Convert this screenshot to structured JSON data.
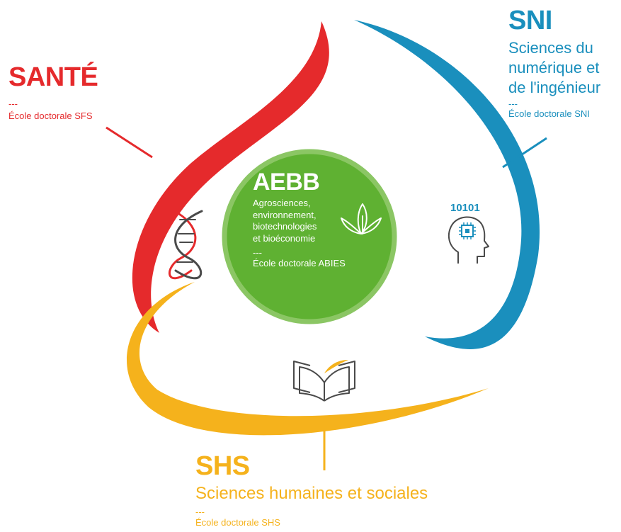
{
  "colors": {
    "sante": "#e52a2c",
    "sni": "#1a8fbd",
    "shs": "#f5b21c",
    "aebb": "#5fb132",
    "aebb_border": "#8bc664",
    "icon_stroke": "#4a4a4a"
  },
  "sante": {
    "title": "SANTÉ",
    "separator": "---",
    "ecole": "École doctorale SFS",
    "icon": "dna-icon"
  },
  "sni": {
    "title": "SNI",
    "subtitle_lines": [
      "Sciences du",
      "numérique et",
      "de l'ingénieur"
    ],
    "separator": "---",
    "ecole": "École doctorale SNI",
    "icon": "head-chip-icon",
    "icon_text": "10101"
  },
  "shs": {
    "title": "SHS",
    "subtitle": "Sciences humaines et sociales",
    "separator": "---",
    "ecole": "École doctorale SHS",
    "icon": "open-book-icon"
  },
  "aebb": {
    "title": "AEBB",
    "subtitle_lines": [
      "Agrosciences,",
      "environnement,",
      "biotechnologies",
      "et bioéconomie"
    ],
    "separator": "---",
    "ecole": "École doctorale ABIES",
    "icon": "leaves-icon"
  }
}
